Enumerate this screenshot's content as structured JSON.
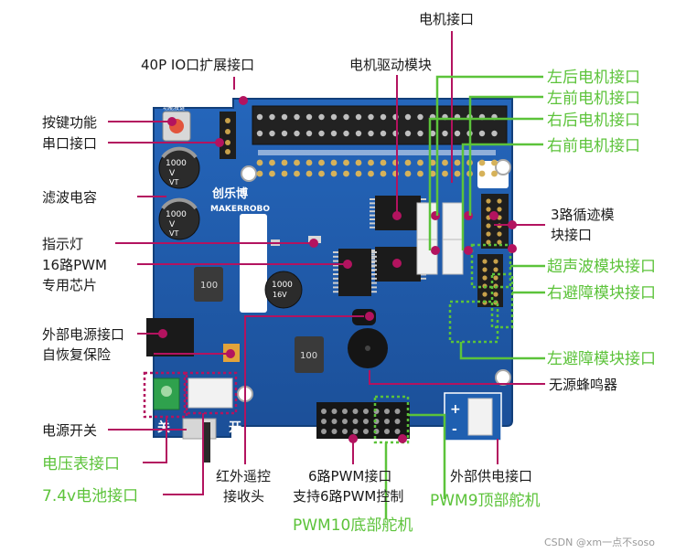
{
  "labels": {
    "motor_port": "电机接口",
    "io_expansion": "40P IO口扩展接口",
    "motor_driver": "电机驱动模块",
    "rear_left_motor": "左后电机接口",
    "front_left_motor": "左前电机接口",
    "rear_right_motor": "右后电机接口",
    "front_right_motor": "右前电机接口",
    "key_function": "按键功能",
    "serial_port": "串口接口",
    "filter_cap": "滤波电容",
    "indicator_led": "指示灯",
    "pwm_chip_line1": "16路PWM",
    "pwm_chip_line2": "专用芯片",
    "line_track_line1": "3路循迹模",
    "line_track_line2": "块接口",
    "ultrasonic": "超声波模块接口",
    "right_avoid": "右避障模块接口",
    "ext_power": "外部电源接口",
    "fuse": "自恢复保险",
    "left_avoid": "左避障模块接口",
    "buzzer": "无源蜂鸣器",
    "power_switch": "电源开关",
    "voltmeter": "电压表接口",
    "battery": "7.4v电池接口",
    "ir_line1": "红外遥控",
    "ir_line2": "接收头",
    "pwm6_line1": "6路PWM接口",
    "pwm6_line2": "支持6路PWM控制",
    "ext_supply": "外部供电接口",
    "pwm9": "PWM9顶部舵机",
    "pwm10": "PWM10底部舵机"
  },
  "board_text": {
    "brand": "创乐博",
    "brand_en": "MAKERROBO",
    "cap_rating": "1000 uF 16V VT",
    "inductor": "100",
    "switch_off": "关",
    "switch_on": "开",
    "plus": "+",
    "minus": "-",
    "key_label": "功能按键"
  },
  "watermark": "CSDN @xm一点不soso",
  "colors": {
    "board": "#1f5fb0",
    "board_dark": "#164a8d",
    "green": "#5cc33a",
    "magenta": "#b3135f",
    "label": "#1a1a1a"
  }
}
